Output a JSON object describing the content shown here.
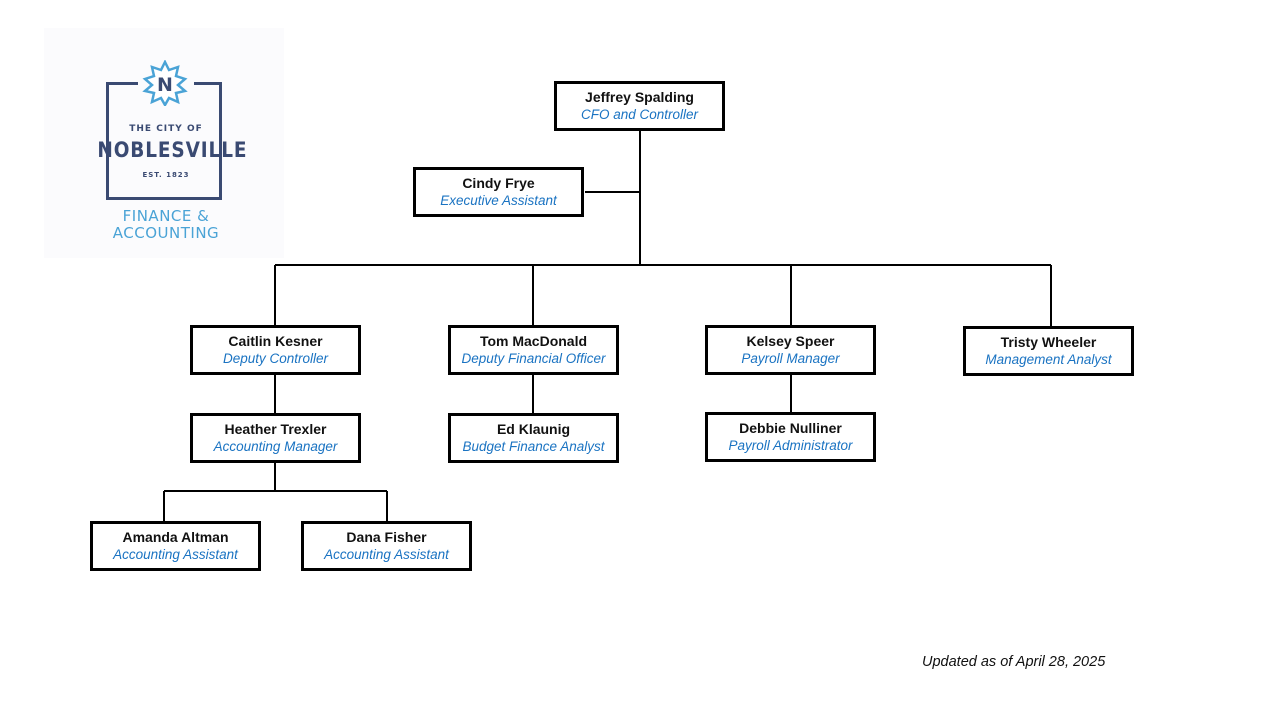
{
  "logo": {
    "monogram": "N",
    "city_line": "THE CITY OF",
    "city_name": "NOBLESVILLE",
    "est": "EST. 1823",
    "dept_line1": "FINANCE &",
    "dept_line2": "ACCOUNTING",
    "colors": {
      "navy": "#3a4a72",
      "light_blue": "#4aa3d6"
    }
  },
  "nodes": {
    "spalding": {
      "name": "Jeffrey Spalding",
      "title": "CFO and Controller"
    },
    "frye": {
      "name": "Cindy Frye",
      "title": "Executive Assistant"
    },
    "kesner": {
      "name": "Caitlin Kesner",
      "title": "Deputy Controller"
    },
    "macdonald": {
      "name": "Tom MacDonald",
      "title": "Deputy Financial Officer"
    },
    "speer": {
      "name": "Kelsey Speer",
      "title": "Payroll Manager"
    },
    "wheeler": {
      "name": "Tristy Wheeler",
      "title": "Management Analyst"
    },
    "trexler": {
      "name": "Heather Trexler",
      "title": "Accounting Manager"
    },
    "klaunig": {
      "name": "Ed Klaunig",
      "title": "Budget Finance Analyst"
    },
    "nulliner": {
      "name": "Debbie Nulliner",
      "title": "Payroll Administrator"
    },
    "altman": {
      "name": "Amanda Altman",
      "title": "Accounting Assistant"
    },
    "fisher": {
      "name": "Dana Fisher",
      "title": "Accounting Assistant"
    }
  },
  "footer": {
    "updated": "Updated as of April 28, 2025"
  },
  "colors": {
    "title_blue": "#1a73c2",
    "border": "#000000"
  }
}
